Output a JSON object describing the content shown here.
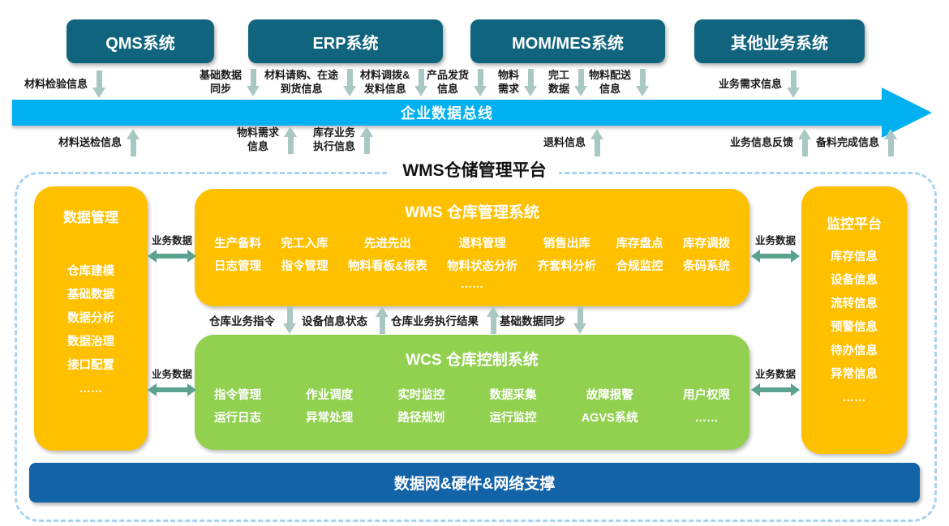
{
  "systems": [
    {
      "label": "QMS系统"
    },
    {
      "label": "ERP系统"
    },
    {
      "label": "MOM/MES系统"
    },
    {
      "label": "其他业务系统"
    }
  ],
  "bus": {
    "label": "企业数据总线"
  },
  "bus_top_links": [
    {
      "label": "材料检验信息",
      "dir": "down"
    },
    {
      "label": "基础数据\n同步",
      "dir": "down"
    },
    {
      "label": "材料请购、在途\n到货信息",
      "dir": "down"
    },
    {
      "label": "材料调拨&\n发料信息",
      "dir": "down"
    },
    {
      "label": "产品发货\n信息",
      "dir": "down"
    },
    {
      "label": "物料\n需求",
      "dir": "down"
    },
    {
      "label": "完工\n数据",
      "dir": "down"
    },
    {
      "label": "物料配送\n信息",
      "dir": "down"
    },
    {
      "label": "业务需求信息",
      "dir": "down"
    }
  ],
  "bus_bottom_links": [
    {
      "label": "材料送检信息",
      "dir": "up"
    },
    {
      "label": "物料需求\n信息",
      "dir": "up"
    },
    {
      "label": "库存业务\n执行信息",
      "dir": "up"
    },
    {
      "label": "退料信息",
      "dir": "up"
    },
    {
      "label": "业务信息反馈",
      "dir": "up"
    },
    {
      "label": "备料完成信息",
      "dir": "up"
    }
  ],
  "platform": {
    "title": "WMS仓储管理平台",
    "data_management": {
      "title": "数据管理",
      "items": [
        "仓库建模",
        "基础数据",
        "数据分析",
        "数据治理",
        "接口配置",
        "……"
      ]
    },
    "monitoring": {
      "title": "监控平台",
      "items": [
        "库存信息",
        "设备信息",
        "流转信息",
        "预警信息",
        "待办信息",
        "异常信息",
        "……"
      ]
    },
    "wms": {
      "title": "WMS 仓库管理系统",
      "columns": [
        [
          "生产备料",
          "日志管理"
        ],
        [
          "完工入库",
          "指令管理"
        ],
        [
          "先进先出",
          "物料看板&报表"
        ],
        [
          "退料管理",
          "物料状态分析"
        ],
        [
          "销售出库",
          "齐套料分析"
        ],
        [
          "库存盘点",
          "合规监控"
        ],
        [
          "库存调拨",
          "条码系统"
        ]
      ],
      "ellipsis": "……"
    },
    "wcs": {
      "title": "WCS 仓库控制系统",
      "columns": [
        [
          "指令管理",
          "运行日志"
        ],
        [
          "作业调度",
          "异常处理"
        ],
        [
          "实时监控",
          "路径规划"
        ],
        [
          "数据采集",
          "运行监控"
        ],
        [
          "故障报警",
          "AGVS系统"
        ],
        [
          "用户权限",
          "……"
        ]
      ]
    },
    "mid_links": [
      {
        "label": "仓库业务指令",
        "dir": "down"
      },
      {
        "label": "设备信息状态",
        "dir": "up"
      },
      {
        "label": "仓库业务执行结果",
        "dir": "up"
      },
      {
        "label": "基础数据同步",
        "dir": "down"
      }
    ],
    "side_link_label": "业务数据",
    "foundation": "数据网&硬件&网络支撑"
  },
  "colors": {
    "system_box": "#11647E",
    "bus": "#00B0F0",
    "orange_panel": "#FFC000",
    "green_panel": "#92D050",
    "foundation_bar": "#1363A9",
    "platform_border": "#A8D4F2",
    "pale_arrow": "#A9C8C5",
    "double_arrow": "#5BA28F"
  }
}
